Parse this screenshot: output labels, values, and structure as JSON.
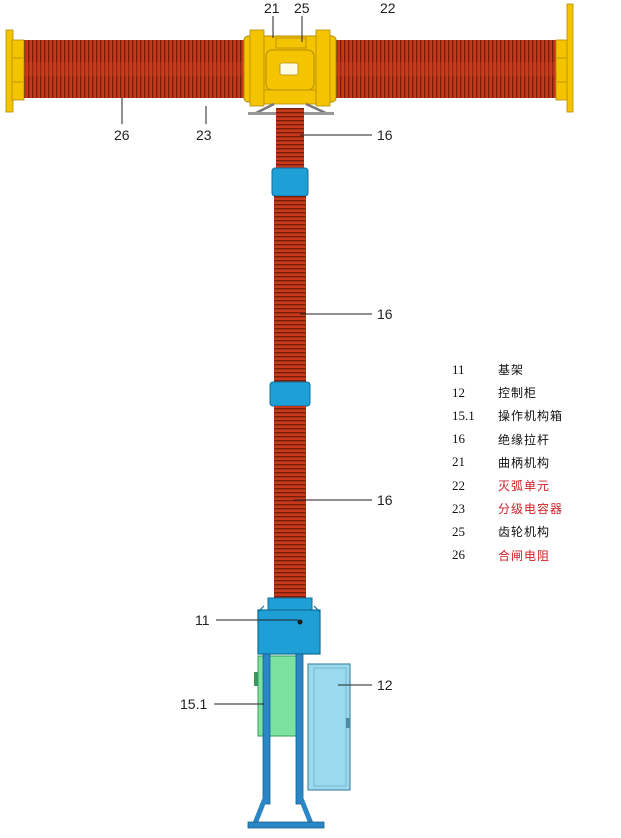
{
  "callouts": {
    "c21": "21",
    "c25": "25",
    "c22": "22",
    "c26": "26",
    "c23": "23",
    "c16a": "16",
    "c16b": "16",
    "c16c": "16",
    "c11": "11",
    "c12": "12",
    "c151": "15.1"
  },
  "legend": [
    {
      "num": "11",
      "text": "基架",
      "color": "#111111"
    },
    {
      "num": "12",
      "text": "控制柜",
      "color": "#111111"
    },
    {
      "num": "15.1",
      "text": "操作机构箱",
      "color": "#111111"
    },
    {
      "num": "16",
      "text": "绝缘拉杆",
      "color": "#111111"
    },
    {
      "num": "21",
      "text": "曲柄机构",
      "color": "#111111"
    },
    {
      "num": "22",
      "text": "灭弧单元",
      "color": "#d1202a"
    },
    {
      "num": "23",
      "text": "分级电容器",
      "color": "#d1202a"
    },
    {
      "num": "25",
      "text": "齿轮机构",
      "color": "#111111"
    },
    {
      "num": "26",
      "text": "合闸电阻",
      "color": "#d1202a"
    }
  ],
  "colors": {
    "insulator": "#c8391c",
    "insulator_dark": "#7a1e0c",
    "flange": "#f5c400",
    "coupling": "#1e9fd6",
    "frame": "#2a86c4",
    "mech_box": "#7be3a0",
    "control_cabinet": "#9bd9ef"
  }
}
